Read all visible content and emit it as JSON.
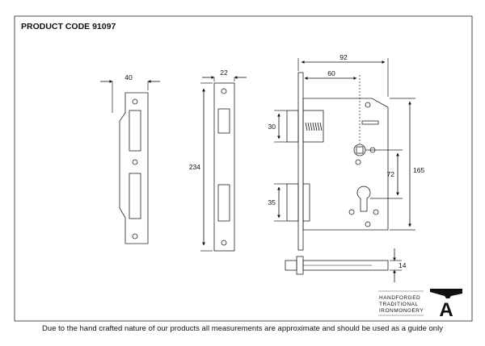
{
  "product_code": "PRODUCT CODE 91097",
  "dimensions": {
    "faceplate_width": "40",
    "strike_width": "22",
    "strike_height": "234",
    "case_depth": "92",
    "backset": "60",
    "latch_height": "30",
    "deadbolt_height": "35",
    "centres": "72",
    "case_height": "165",
    "bolt_thickness": "14"
  },
  "brand": {
    "line1": "HANDFORGED",
    "line2": "TRADITIONAL",
    "line3": "IRONMONGERY",
    "logo_letter": "A"
  },
  "footer_note": "Due to the hand crafted nature of our products all measurements are approximate and should be used as a guide only"
}
